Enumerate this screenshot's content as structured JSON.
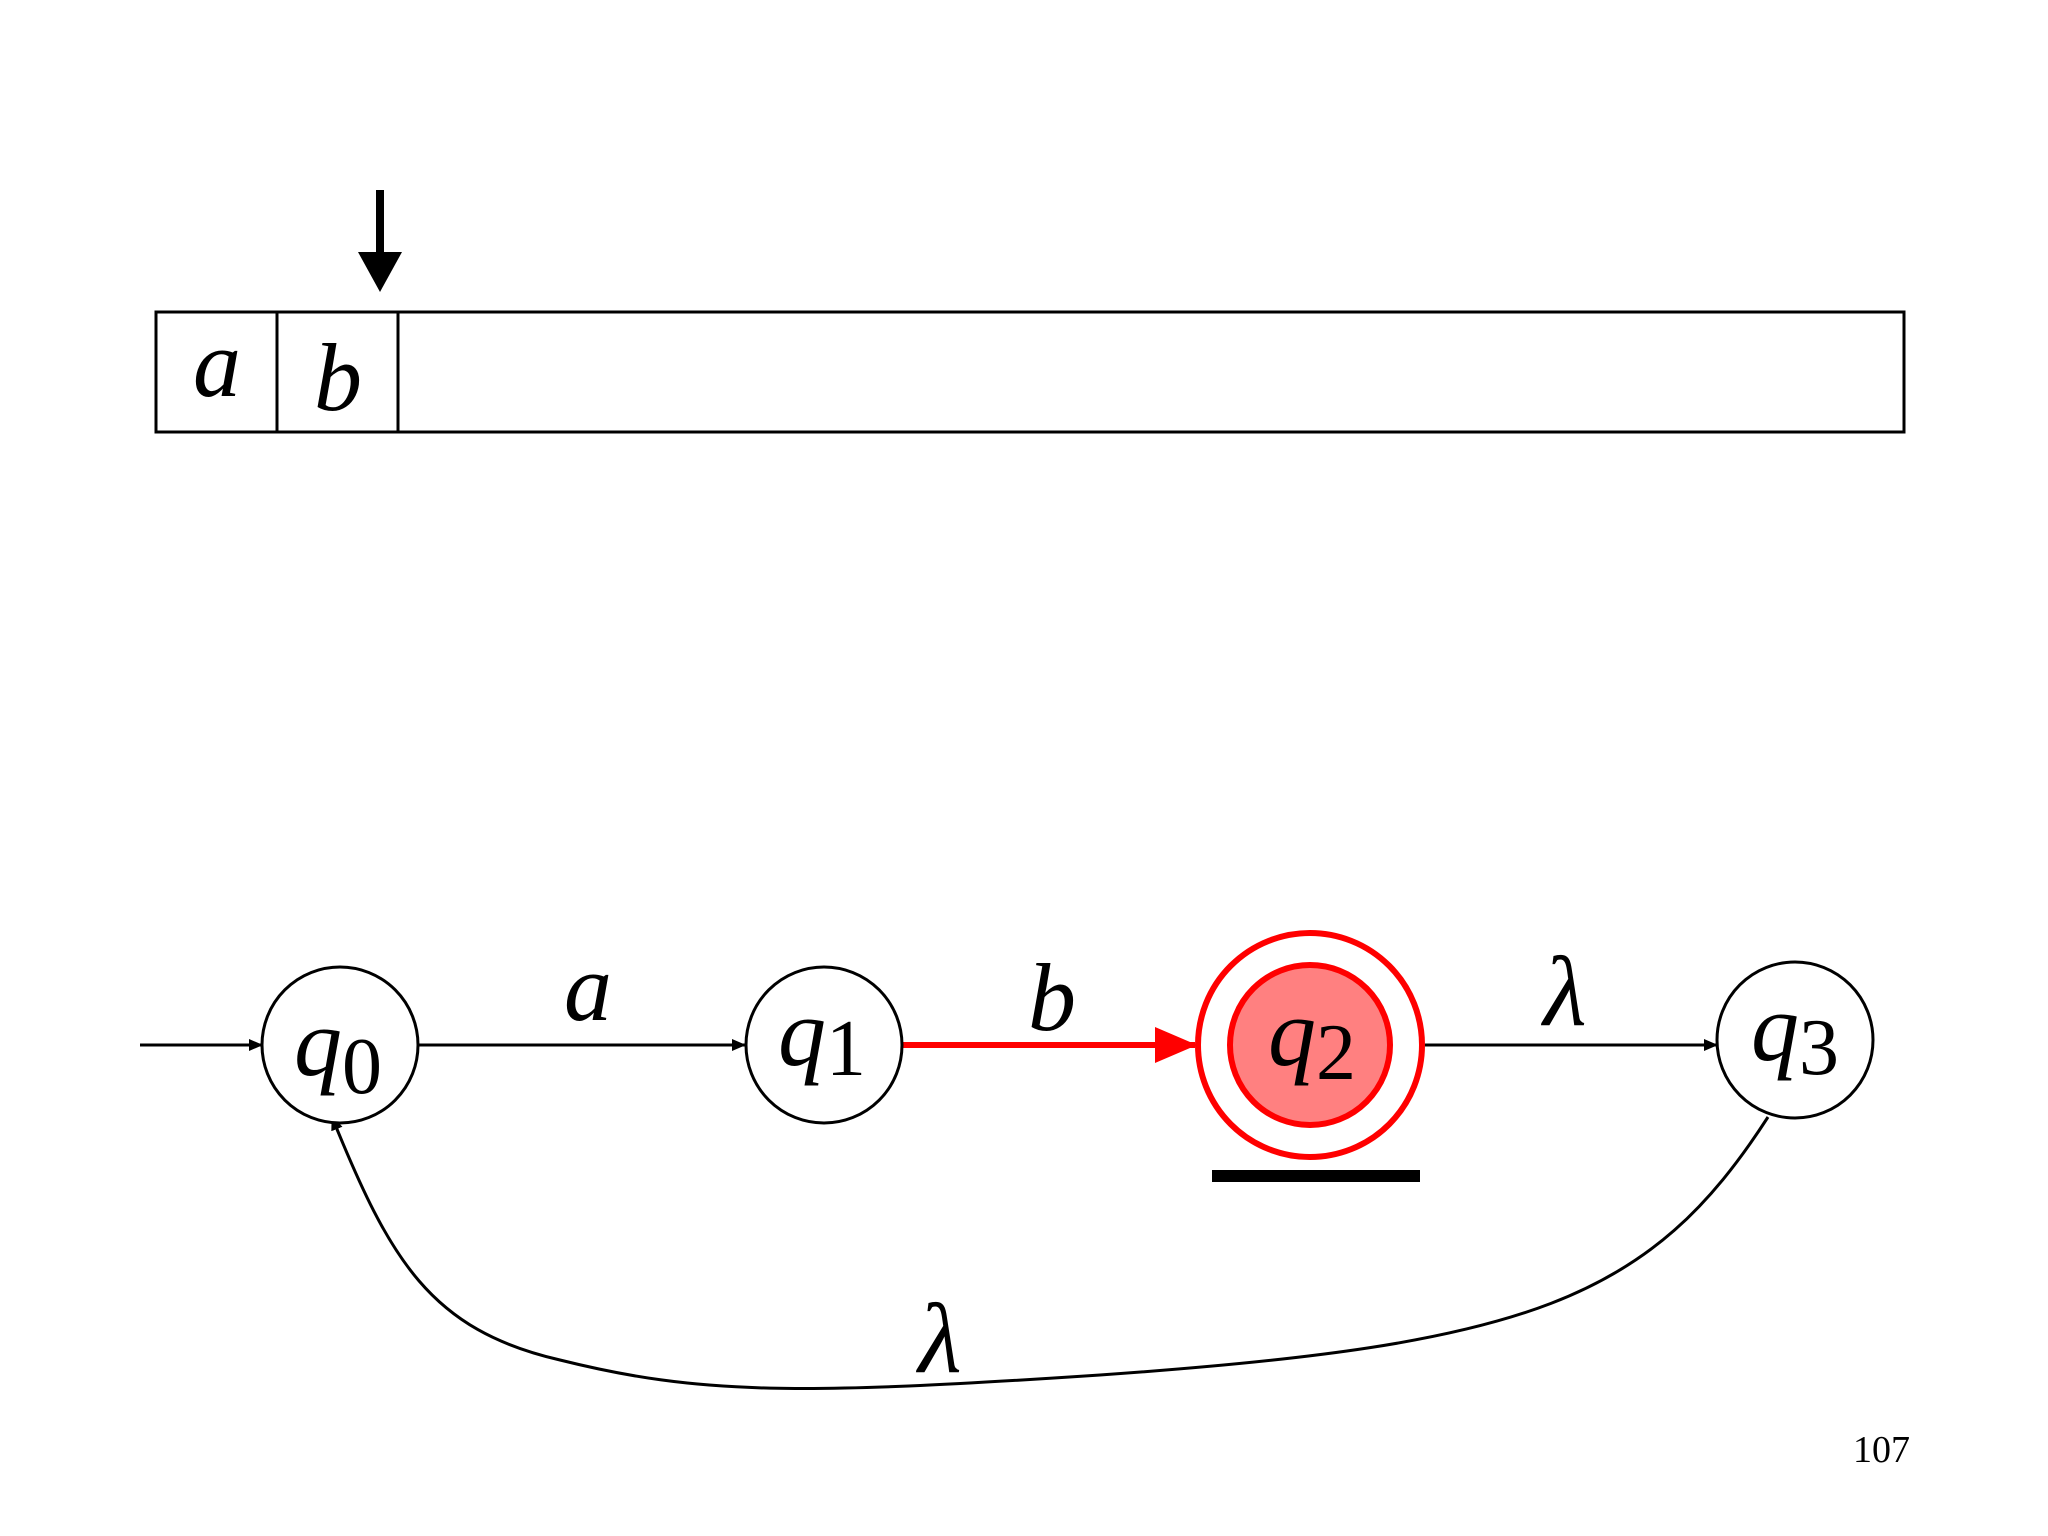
{
  "tape": {
    "cells": [
      "a",
      "b"
    ]
  },
  "automaton": {
    "states": [
      {
        "id": "q0",
        "base": "q",
        "sub": "0",
        "start": true,
        "final": false,
        "active": false
      },
      {
        "id": "q1",
        "base": "q",
        "sub": "1",
        "start": false,
        "final": false,
        "active": false
      },
      {
        "id": "q2",
        "base": "q",
        "sub": "2",
        "start": false,
        "final": true,
        "active": true
      },
      {
        "id": "q3",
        "base": "q",
        "sub": "3",
        "start": false,
        "final": false,
        "active": false
      }
    ],
    "transitions": [
      {
        "from": "q0",
        "to": "q1",
        "label": "a",
        "active": false
      },
      {
        "from": "q1",
        "to": "q2",
        "label": "b",
        "active": true
      },
      {
        "from": "q2",
        "to": "q3",
        "label": "λ",
        "active": false
      },
      {
        "from": "q3",
        "to": "q0",
        "label": "λ",
        "active": false
      }
    ]
  },
  "colors": {
    "highlight": "#ff0000",
    "highlight_fill": "#ff8080",
    "ink": "#000000"
  },
  "page_number": "107"
}
